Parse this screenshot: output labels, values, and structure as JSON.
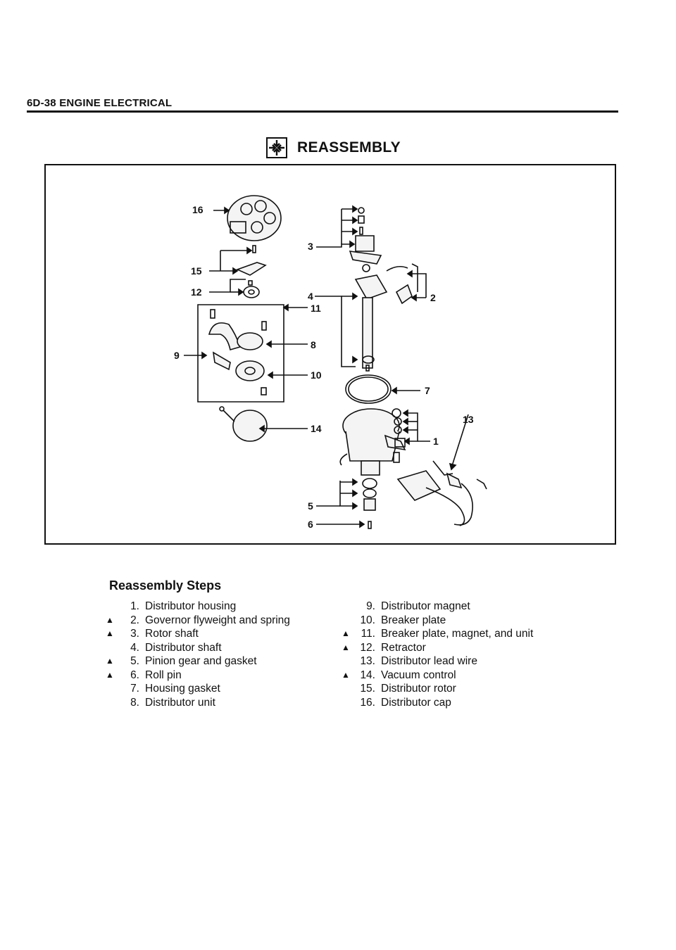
{
  "header": {
    "page_title": "6D-38 ENGINE ELECTRICAL"
  },
  "section": {
    "title": "REASSEMBLY",
    "icon": "reassembly-icon"
  },
  "figure": {
    "callouts": [
      "16",
      "15",
      "12",
      "11",
      "9",
      "8",
      "10",
      "14",
      "3",
      "4",
      "2",
      "7",
      "13",
      "1",
      "5",
      "6"
    ]
  },
  "steps": {
    "title": "Reassembly Steps",
    "left": [
      {
        "mark": "",
        "num": "1.",
        "text": "Distributor housing"
      },
      {
        "mark": "▲",
        "num": "2.",
        "text": "Governor flyweight and spring"
      },
      {
        "mark": "▲",
        "num": "3.",
        "text": "Rotor shaft"
      },
      {
        "mark": "",
        "num": "4.",
        "text": "Distributor shaft"
      },
      {
        "mark": "▲",
        "num": "5.",
        "text": "Pinion gear and gasket"
      },
      {
        "mark": "▲",
        "num": "6.",
        "text": "Roll pin"
      },
      {
        "mark": "",
        "num": "7.",
        "text": "Housing gasket"
      },
      {
        "mark": "",
        "num": "8.",
        "text": "Distributor unit"
      }
    ],
    "right": [
      {
        "mark": "",
        "num": "9.",
        "text": "Distributor magnet"
      },
      {
        "mark": "",
        "num": "10.",
        "text": "Breaker plate"
      },
      {
        "mark": "▲",
        "num": "11.",
        "text": "Breaker plate, magnet, and unit"
      },
      {
        "mark": "▲",
        "num": "12.",
        "text": "Retractor"
      },
      {
        "mark": "",
        "num": "13.",
        "text": "Distributor lead wire"
      },
      {
        "mark": "▲",
        "num": "14.",
        "text": "Vacuum control"
      },
      {
        "mark": "",
        "num": "15.",
        "text": "Distributor rotor"
      },
      {
        "mark": "",
        "num": "16.",
        "text": "Distributor cap"
      }
    ]
  }
}
